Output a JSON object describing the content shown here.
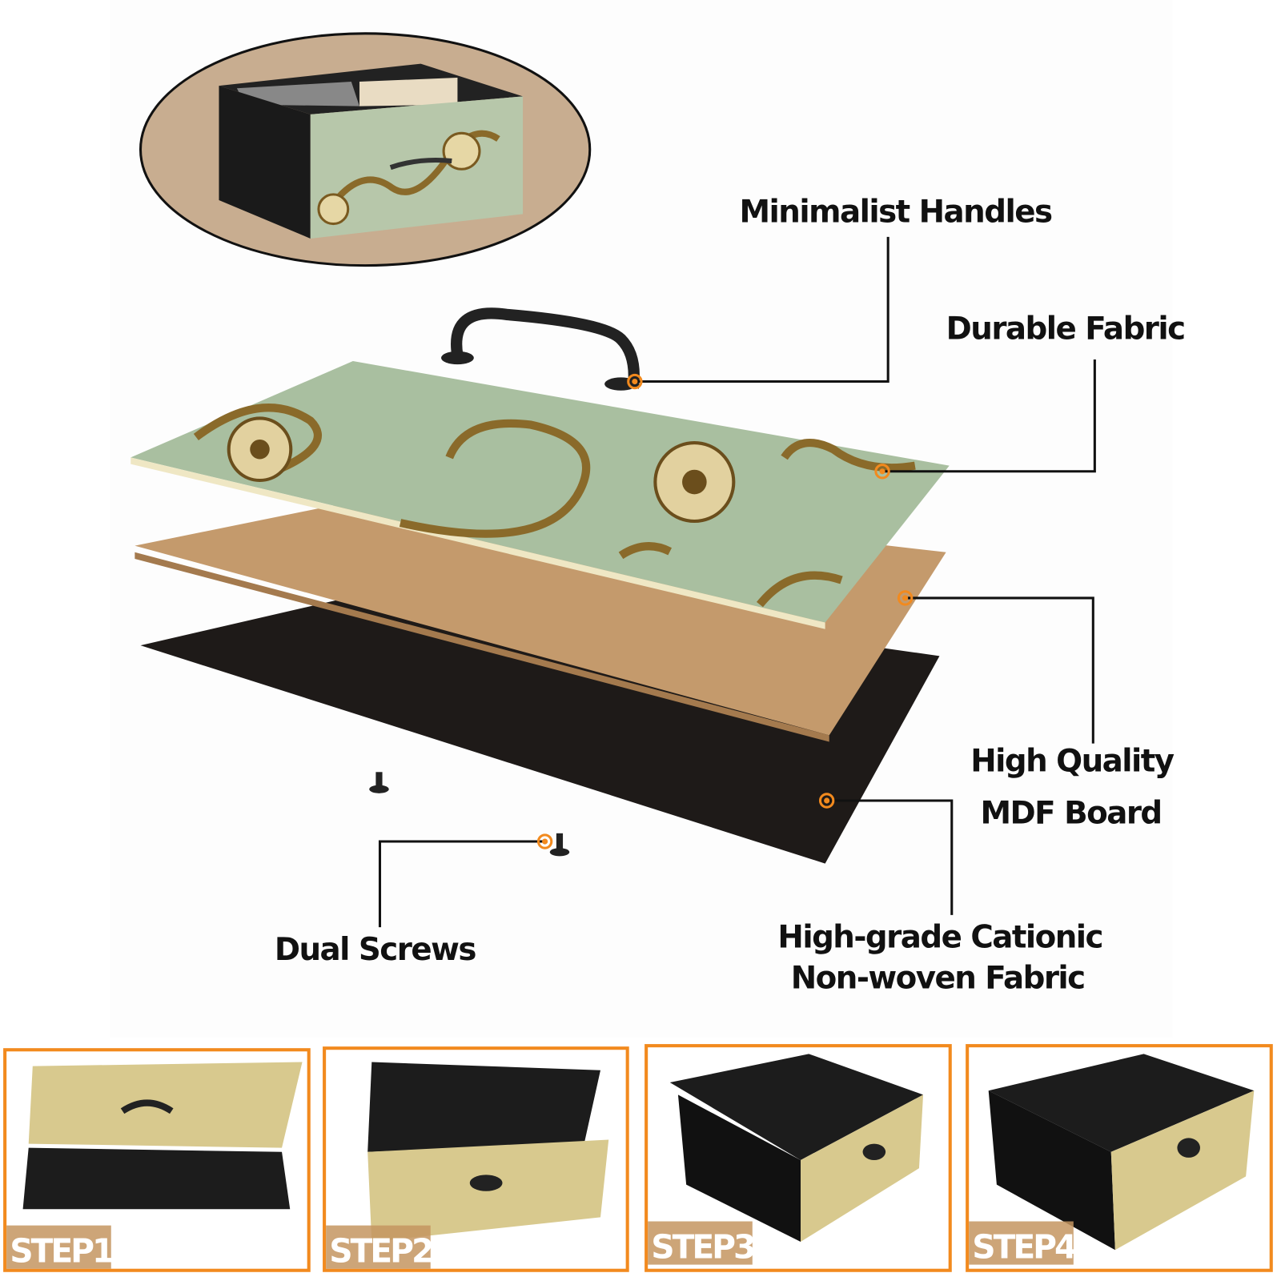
{
  "features": {
    "handles": "Minimalist Handles",
    "fabric": "Durable Fabric",
    "mdf_line1": "High Quality",
    "mdf_line2": "MDF Board",
    "nonwoven_line1": "High-grade Cationic",
    "nonwoven_line2": "Non-woven Fabric",
    "screws": "Dual Screws"
  },
  "steps": [
    {
      "label": "STEP1"
    },
    {
      "label": "STEP2"
    },
    {
      "label": "STEP3"
    },
    {
      "label": "STEP4"
    }
  ],
  "colors": {
    "accent": "#f28a1e",
    "fabric_green": "#a9bfa0",
    "mdf": "#c49a6c",
    "backing": "#1e1a18",
    "oval": "#c8ad90",
    "step_print": "#d8c98e"
  }
}
